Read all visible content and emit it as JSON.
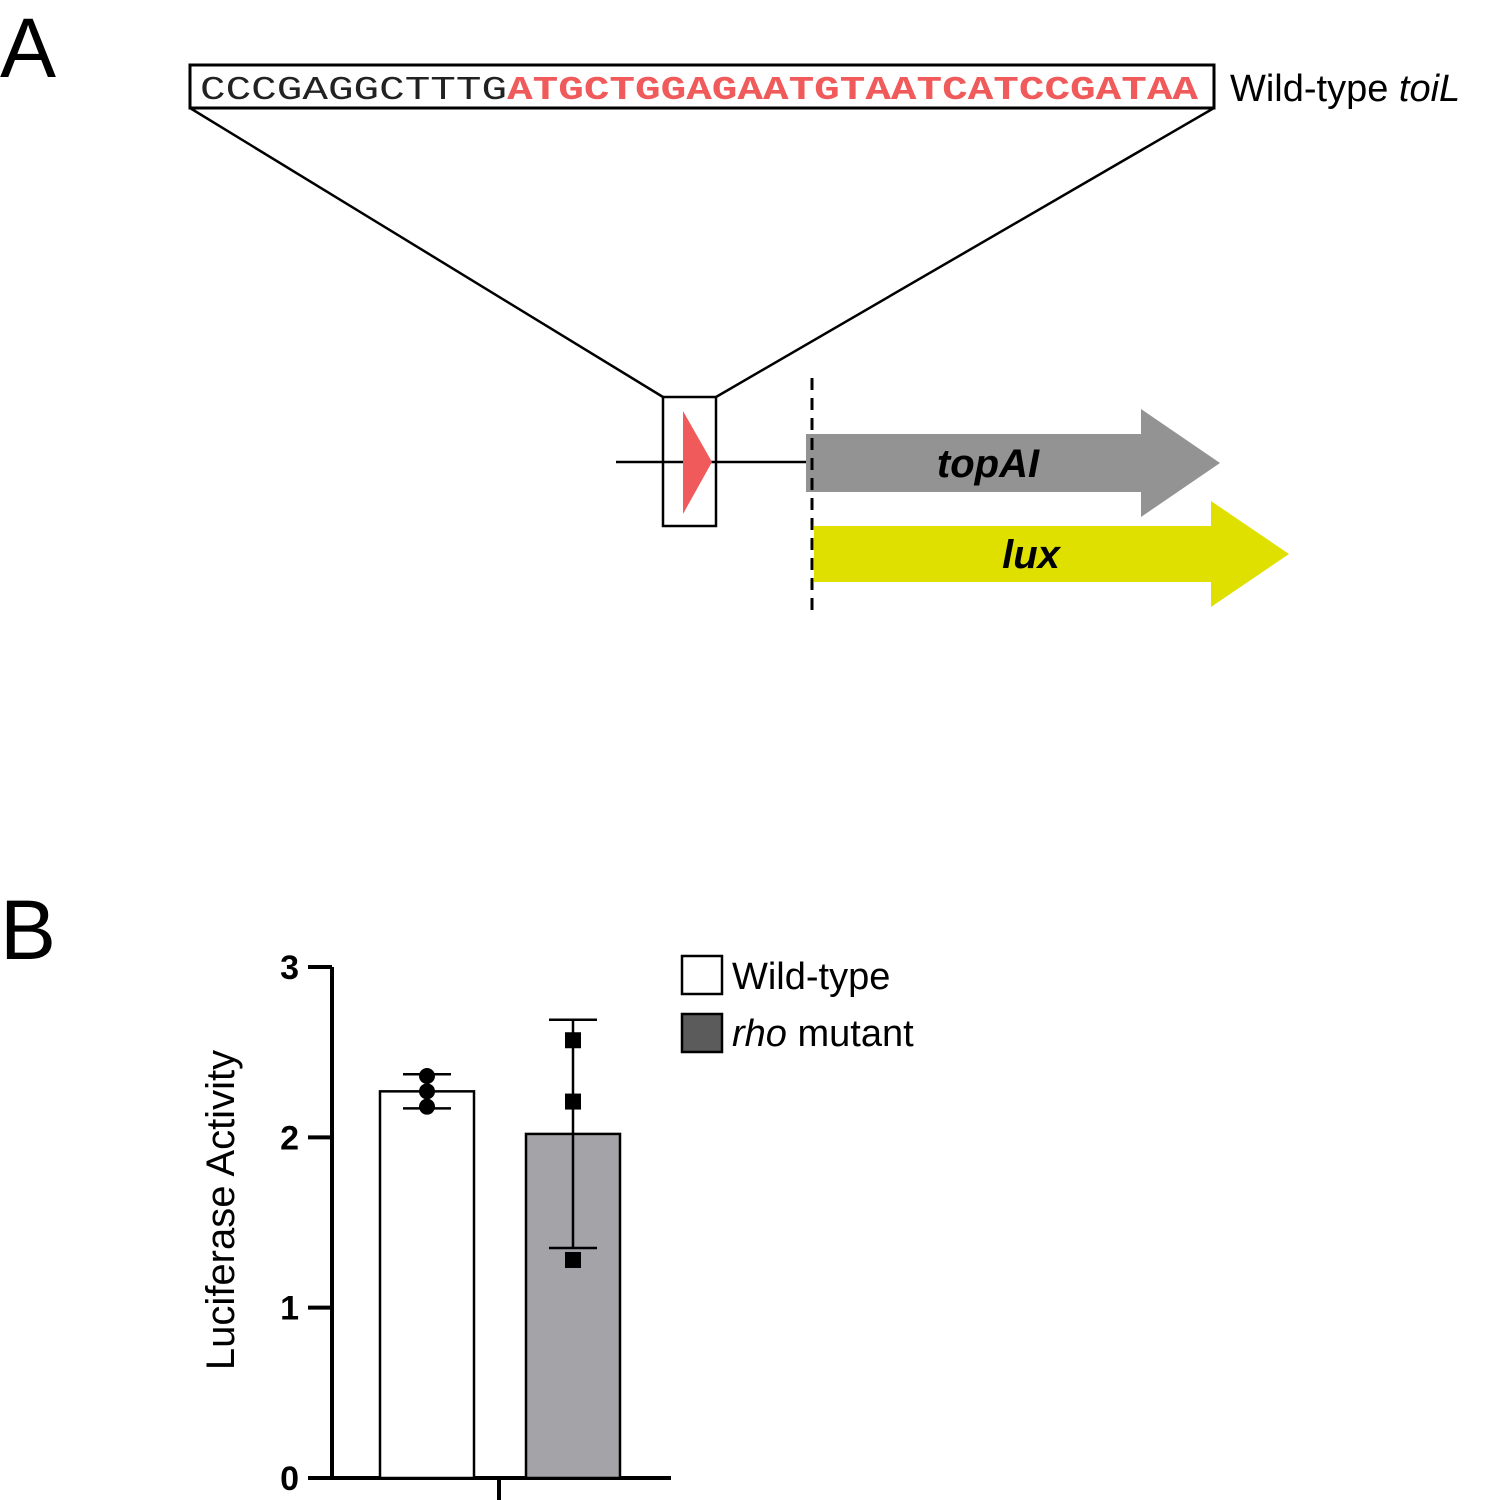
{
  "panels": {
    "a": "A",
    "b": "B"
  },
  "diagram": {
    "sequence_plain": "CCCGAGGCTTTG",
    "sequence_highlight": "ATGCTGGAGAATGTAATCATCCGATAA",
    "sequence_label_prefix": "Wild-type ",
    "sequence_label_gene": "toiL",
    "gene1": "topAI",
    "gene2": "lux",
    "colors": {
      "highlight": "#f05a5a",
      "gene1": "#939393",
      "gene2": "#e0e000"
    }
  },
  "chart_data": {
    "type": "bar",
    "categories": [
      "Wild-type",
      "rho mutant"
    ],
    "ylabel": "Luciferase Activity",
    "ylim": [
      0,
      3
    ],
    "yticks": [
      "0",
      "1",
      "2",
      "3"
    ],
    "series": [
      {
        "name": "Wild-type",
        "value": 2.27,
        "error": 0.1,
        "points": [
          2.36,
          2.27,
          2.18
        ],
        "marker": "circle",
        "color": "#ffffff"
      },
      {
        "name": "rho mutant",
        "value": 2.02,
        "error": 0.67,
        "points": [
          2.57,
          2.21,
          1.28
        ],
        "marker": "square",
        "color": "#a3a3a8"
      }
    ],
    "legend": {
      "position": "top-right",
      "items": [
        {
          "label": "Wild-type",
          "italic_part": "",
          "color": "#ffffff"
        },
        {
          "label": " mutant",
          "italic_part": "rho",
          "color": "#5b5b5b"
        }
      ]
    }
  }
}
